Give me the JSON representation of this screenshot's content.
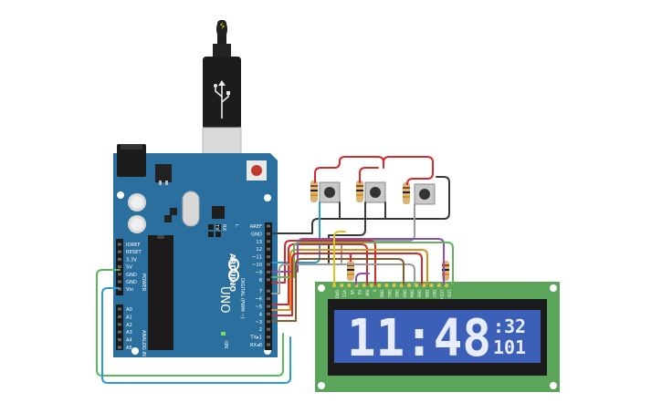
{
  "arduino": {
    "brand": "ARDUINO",
    "model": "UNO",
    "digital_label": "DIGITAL (PWM ~)",
    "power_label": "POWER",
    "analog_label": "ANALOG IN",
    "on_label": "ON",
    "tx_label": "TX",
    "rx_label": "RX",
    "l_label": "L",
    "digital_pins": [
      "AREF",
      "GND",
      "13",
      "12",
      "~11",
      "~10",
      "~9",
      "8",
      "7",
      "~6",
      "~5",
      "4",
      "~3",
      "2",
      "TX▸1",
      "RX◂0"
    ],
    "power_pins": [
      "IOREF",
      "RESET",
      "3.3V",
      "5V",
      "GND",
      "GND",
      "Vin"
    ],
    "analog_pins": [
      "A0",
      "A1",
      "A2",
      "A3",
      "A4",
      "A5"
    ]
  },
  "lcd": {
    "big_digits": "11:48",
    "small_line1": ":32",
    "small_line2": "101",
    "pin_labels": [
      "GND",
      "VCC",
      "V0",
      "RS",
      "RW",
      "E",
      "DB0",
      "DB1",
      "DB2",
      "DB3",
      "DB4",
      "DB5",
      "DB6",
      "DB7",
      "LED+",
      "LED-"
    ]
  },
  "colors": {
    "board": "#2b6f9e",
    "lcd_pcb": "#5aa55a",
    "lcd_screen": "#3c5fb8",
    "wire_red": "#d42a2a",
    "wire_black": "#3a3a3a",
    "wire_gray": "#9a9a9a",
    "wire_blue": "#2a9ad4",
    "wire_green": "#5bb85b",
    "wire_purple": "#8e4fb0",
    "wire_orange": "#e08a1e",
    "wire_yellow": "#e0c21e",
    "wire_brown": "#8a5a2a"
  }
}
